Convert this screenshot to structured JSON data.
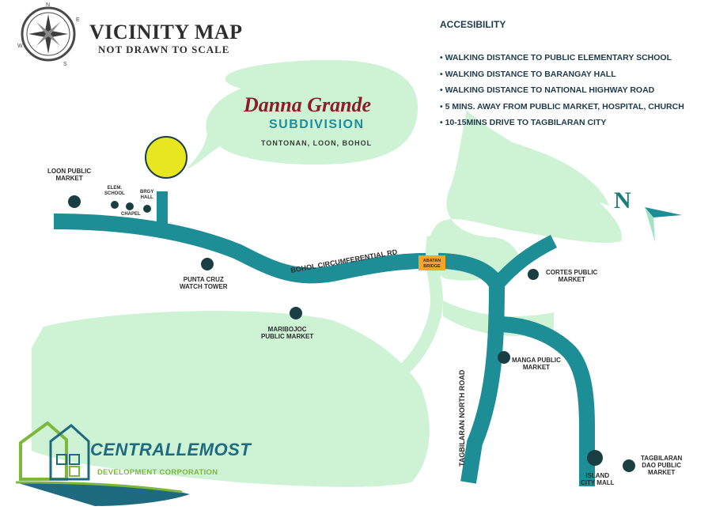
{
  "title": {
    "main": "VICINITY MAP",
    "sub": "NOT DRAWN TO SCALE",
    "compass_letters": [
      "N",
      "E",
      "S",
      "W"
    ]
  },
  "accessibility": {
    "title": "ACCESIBILITY",
    "items": [
      "WALKING DISTANCE TO PUBLIC ELEMENTARY SCHOOL",
      "WALKING DISTANCE TO BARANGAY HALL",
      "WALKING DISTANCE TO NATIONAL HIGHWAY ROAD",
      "5 MINS. AWAY FROM PUBLIC MARKET, HOSPITAL, CHURCH",
      "10-15MINS DRIVE TO TAGBILARAN CITY"
    ]
  },
  "subdivision": {
    "name": "Danna Grande",
    "type": "SUBDIVISION",
    "location": "TONTONAN, LOON, BOHOL"
  },
  "roads": {
    "circumferential": "BOHOL CIRCUMFERENTIAL RD",
    "north_road": "TAGBILARAN NORTH ROAD",
    "bridge_line1": "ABATAN",
    "bridge_line2": "BRIDGE"
  },
  "landmarks": {
    "loon_market_1": "LOON PUBLIC",
    "loon_market_2": "MARKET",
    "elem_school_1": "ELEM.",
    "elem_school_2": "SCHOOL",
    "chapel": "CHAPEL",
    "brgy_hall_1": "BRGY",
    "brgy_hall_2": "HALL",
    "punta_cruz_1": "PUNTA CRUZ",
    "punta_cruz_2": "WATCH TOWER",
    "maribojoc_1": "MARIBOJOC",
    "maribojoc_2": "PUBLIC MARKET",
    "cortes_1": "CORTES PUBLIC",
    "cortes_2": "MARKET",
    "manga_1": "MANGA PUBLIC",
    "manga_2": "MARKET",
    "island_mall_1": "ISLAND",
    "island_mall_2": "CITY MALL",
    "dao_1": "TAGBILARAN",
    "dao_2": "DAO PUBLIC",
    "dao_3": "MARKET"
  },
  "north_label": "N",
  "brand": {
    "name": "CENTRALLEMOST",
    "subtitle": "DEVELOPMENT CORPORATION"
  },
  "colors": {
    "road": "#1e8e96",
    "land": "#cdf2d4",
    "site_marker": "#e8e620",
    "landmark_dot": "#1a3f43",
    "bridge": "#f5a623",
    "subdivision_name": "#8c1c2b",
    "brand_green": "#7eb83a",
    "brand_blue": "#1e6b80"
  }
}
